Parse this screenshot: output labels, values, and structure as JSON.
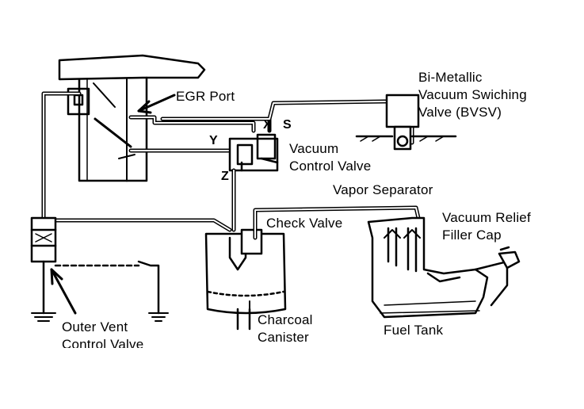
{
  "labels": {
    "egr_port": "EGR Port",
    "bvsv_line1": "Bi-Metallic",
    "bvsv_line2": "Vacuum Swiching",
    "bvsv_line3": "Valve (BVSV)",
    "x": "X",
    "s": "S",
    "y": "Y",
    "z": "Z",
    "vcv_line1": "Vacuum",
    "vcv_line2": "Control Valve",
    "vapor_separator": "Vapor Separator",
    "check_valve": "Check Valve",
    "vrfc_line1": "Vacuum Relief",
    "vrfc_line2": "Filler Cap",
    "ovcv_line1": "Outer Vent",
    "ovcv_line2": "Control Valve",
    "canister_line1": "Charcoal",
    "canister_line2": "Canister",
    "fuel_tank": "Fuel Tank"
  },
  "colors": {
    "line": "#000000",
    "background": "#ffffff"
  }
}
